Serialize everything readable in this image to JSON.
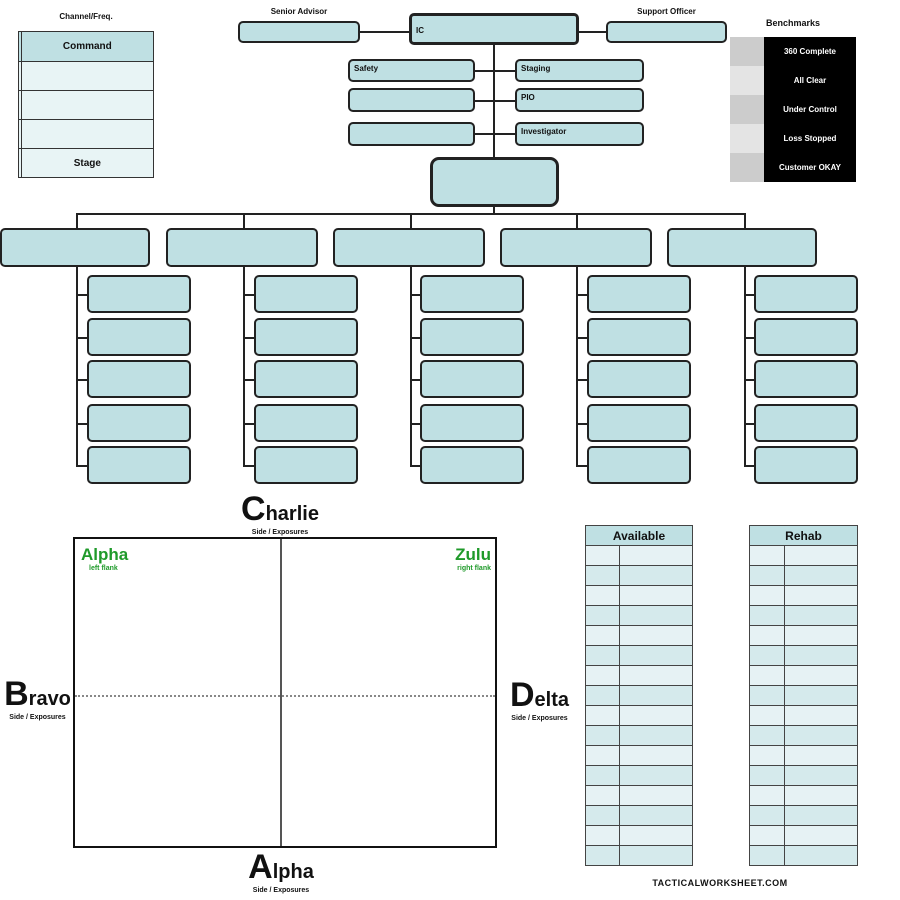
{
  "channel_table": {
    "title": "Channel/Freq.",
    "rows": [
      [
        "",
        "Command"
      ],
      [
        "",
        ""
      ],
      [
        "",
        ""
      ],
      [
        "",
        ""
      ],
      [
        "",
        "Stage"
      ]
    ]
  },
  "command": {
    "senior_advisor": "Senior Advisor",
    "ic": "IC",
    "support_officer": "Support Officer",
    "safety": "Safety",
    "staging": "Staging",
    "pio": "PIO",
    "investigator": "Investigator"
  },
  "benchmarks": {
    "title": "Benchmarks",
    "items": [
      "360 Complete",
      "All Clear",
      "Under Control",
      "Loss Stopped",
      "Customer OKAY"
    ]
  },
  "divisions": {
    "count": 5,
    "sub_boxes_per_division": 5
  },
  "sides": {
    "top": {
      "letter": "C",
      "rest": "harlie",
      "sub": "Side / Exposures"
    },
    "left": {
      "letter": "B",
      "rest": "ravo",
      "sub": "Side / Exposures"
    },
    "right": {
      "letter": "D",
      "rest": "elta",
      "sub": "Side / Exposures"
    },
    "bottom": {
      "letter": "A",
      "rest": "lpha",
      "sub": "Side / Exposures"
    },
    "alpha_flank": {
      "name": "Alpha",
      "sub": "left flank"
    },
    "zulu_flank": {
      "name": "Zulu",
      "sub": "right flank"
    }
  },
  "available": {
    "title": "Available",
    "rows": 16
  },
  "rehab": {
    "title": "Rehab",
    "rows": 16
  },
  "footer": "TACTICALWORKSHEET.COM",
  "colors": {
    "box": "#bfe0e3",
    "green": "#1f9a2a"
  }
}
